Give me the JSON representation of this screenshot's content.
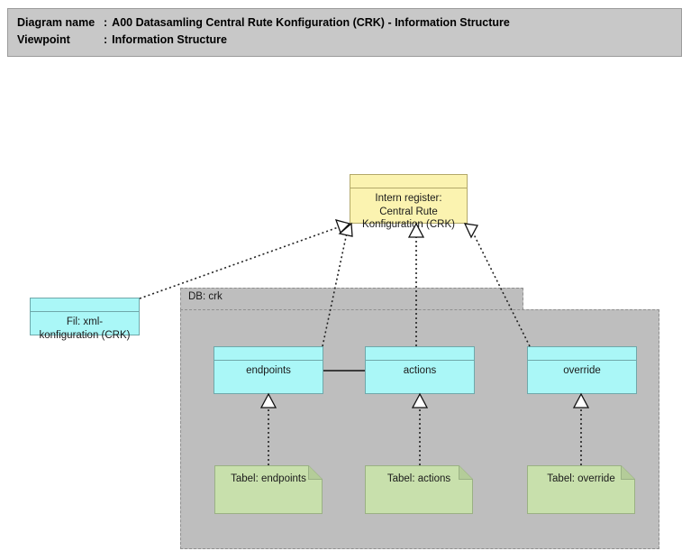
{
  "header": {
    "name_key": "Diagram name",
    "name_sep": ":",
    "name_value": "A00 Datasamling Central Rute Konfiguration (CRK) - Information Structure",
    "viewpoint_key": "Viewpoint",
    "viewpoint_sep": ":",
    "viewpoint_value": "Information Structure"
  },
  "colors": {
    "header_band": "#c8c8c8",
    "class_fill": "#aaf7f7",
    "class_stroke": "#6fa8aa",
    "register_fill": "#fbf3b0",
    "register_stroke": "#b3a96a",
    "artifact_fill": "#c8e0ac",
    "artifact_stroke": "#9ab184",
    "group_fill": "#bebebe",
    "group_stroke": "#8f8f8f",
    "connector": "#222222"
  },
  "nodes": {
    "register": {
      "label": "Intern register:\nCentral Rute\nKonfiguration (CRK)",
      "line1": "Intern register:",
      "line2": "Central Rute",
      "line3": "Konfiguration (CRK)"
    },
    "file": {
      "line1": "Fil: xml-",
      "line2": "konfiguration (CRK)"
    },
    "group": {
      "label": "DB: crk"
    },
    "endpoints": {
      "label": "endpoints"
    },
    "actions": {
      "label": "actions"
    },
    "override": {
      "label": "override"
    },
    "tabel_endpoints": {
      "label": "Tabel: endpoints"
    },
    "tabel_actions": {
      "label": "Tabel: actions"
    },
    "tabel_override": {
      "label": "Tabel: override"
    }
  },
  "relations": [
    {
      "from": "file",
      "to": "register",
      "type": "realization"
    },
    {
      "from": "endpoints",
      "to": "register",
      "type": "realization"
    },
    {
      "from": "actions",
      "to": "register",
      "type": "realization"
    },
    {
      "from": "override",
      "to": "register",
      "type": "realization"
    },
    {
      "from": "endpoints",
      "to": "actions",
      "type": "association"
    },
    {
      "from": "tabel_endpoints",
      "to": "endpoints",
      "type": "realization"
    },
    {
      "from": "tabel_actions",
      "to": "actions",
      "type": "realization"
    },
    {
      "from": "tabel_override",
      "to": "override",
      "type": "realization"
    }
  ]
}
